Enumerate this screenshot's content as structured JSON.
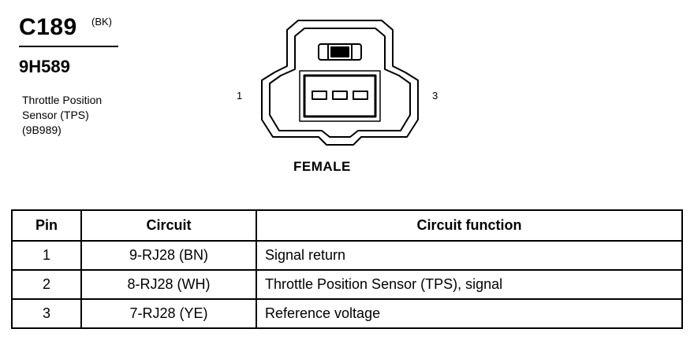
{
  "connector": {
    "code": "C189",
    "color": "(BK)",
    "part_number": "9H589",
    "description": [
      "Throttle Position",
      "Sensor (TPS)",
      "(9B989)"
    ],
    "pin_left": "1",
    "pin_right": "3",
    "gender": "FEMALE"
  },
  "table": {
    "headers": [
      "Pin",
      "Circuit",
      "Circuit function"
    ],
    "rows": [
      {
        "pin": "1",
        "circuit": "9-RJ28 (BN)",
        "function": "Signal return"
      },
      {
        "pin": "2",
        "circuit": "8-RJ28 (WH)",
        "function": "Throttle Position Sensor (TPS), signal"
      },
      {
        "pin": "3",
        "circuit": "7-RJ28 (YE)",
        "function": "Reference voltage"
      }
    ]
  }
}
